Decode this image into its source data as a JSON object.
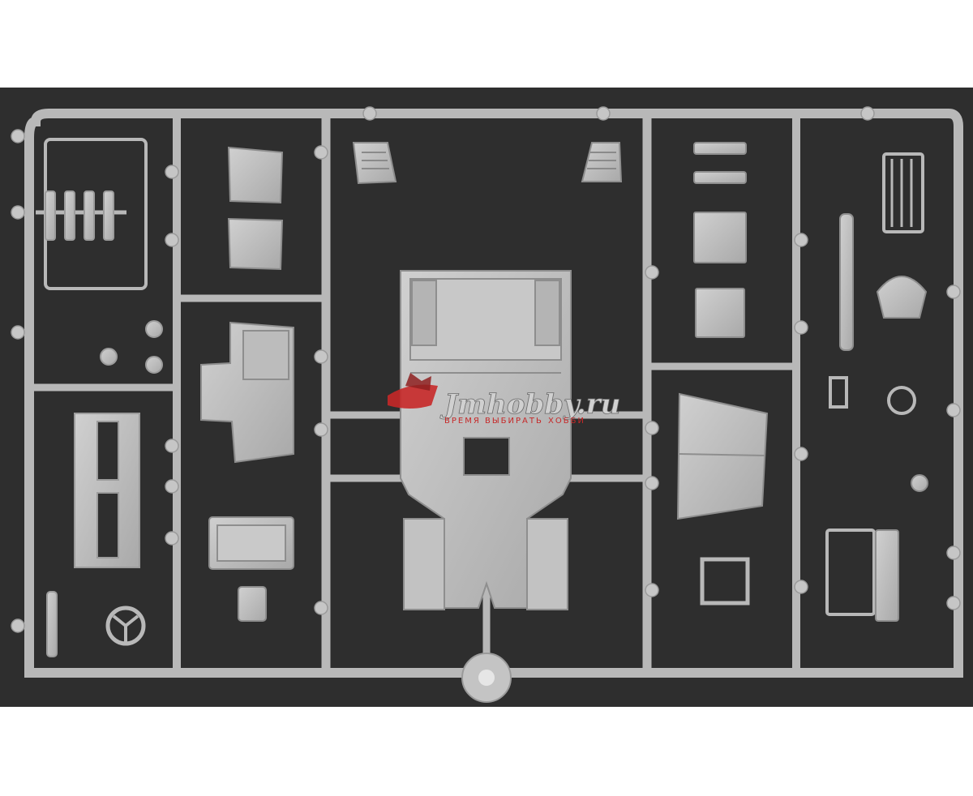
{
  "photo": {
    "subject": "plastic model kit sprue",
    "background_color": "#2e2e2e",
    "plastic_color": "#bdbdbd",
    "plastic_shade": "#9a9a9a"
  },
  "watermark": {
    "brand": "Jmhobby.ru",
    "tagline_left": "ВРЕМЯ ВЫБИРАТЬ",
    "tagline_right": "ХОББИ",
    "accent_color": "#c62828",
    "logo": "ship-logo-icon"
  }
}
